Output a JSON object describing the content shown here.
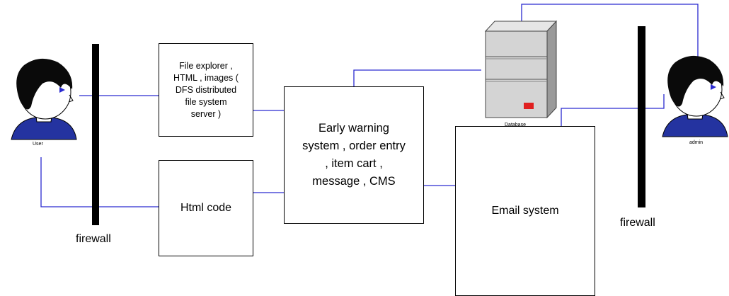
{
  "labels": {
    "file_box": "File explorer ,\nHTML , images (\nDFS distributed\nfile system\nserver )",
    "html_box": "Html code",
    "core_box": "Early warning\nsystem , order entry\n, item cart ,\nmessage , CMS",
    "email_box": "Email system",
    "firewall_left": "firewall",
    "firewall_right": "firewall",
    "user": "User",
    "admin": "admin",
    "database": "Database"
  },
  "colors": {
    "connector": "#2a2ad0",
    "firewall": "#000000",
    "server_body": "#d4d4d4",
    "server_indicator": "#e02020",
    "user_hair": "#0a0a0a",
    "user_shirt": "#2433a0",
    "skin": "#ffffff"
  },
  "icons": {
    "user": "person-icon",
    "admin": "person-icon",
    "database": "server-icon"
  }
}
